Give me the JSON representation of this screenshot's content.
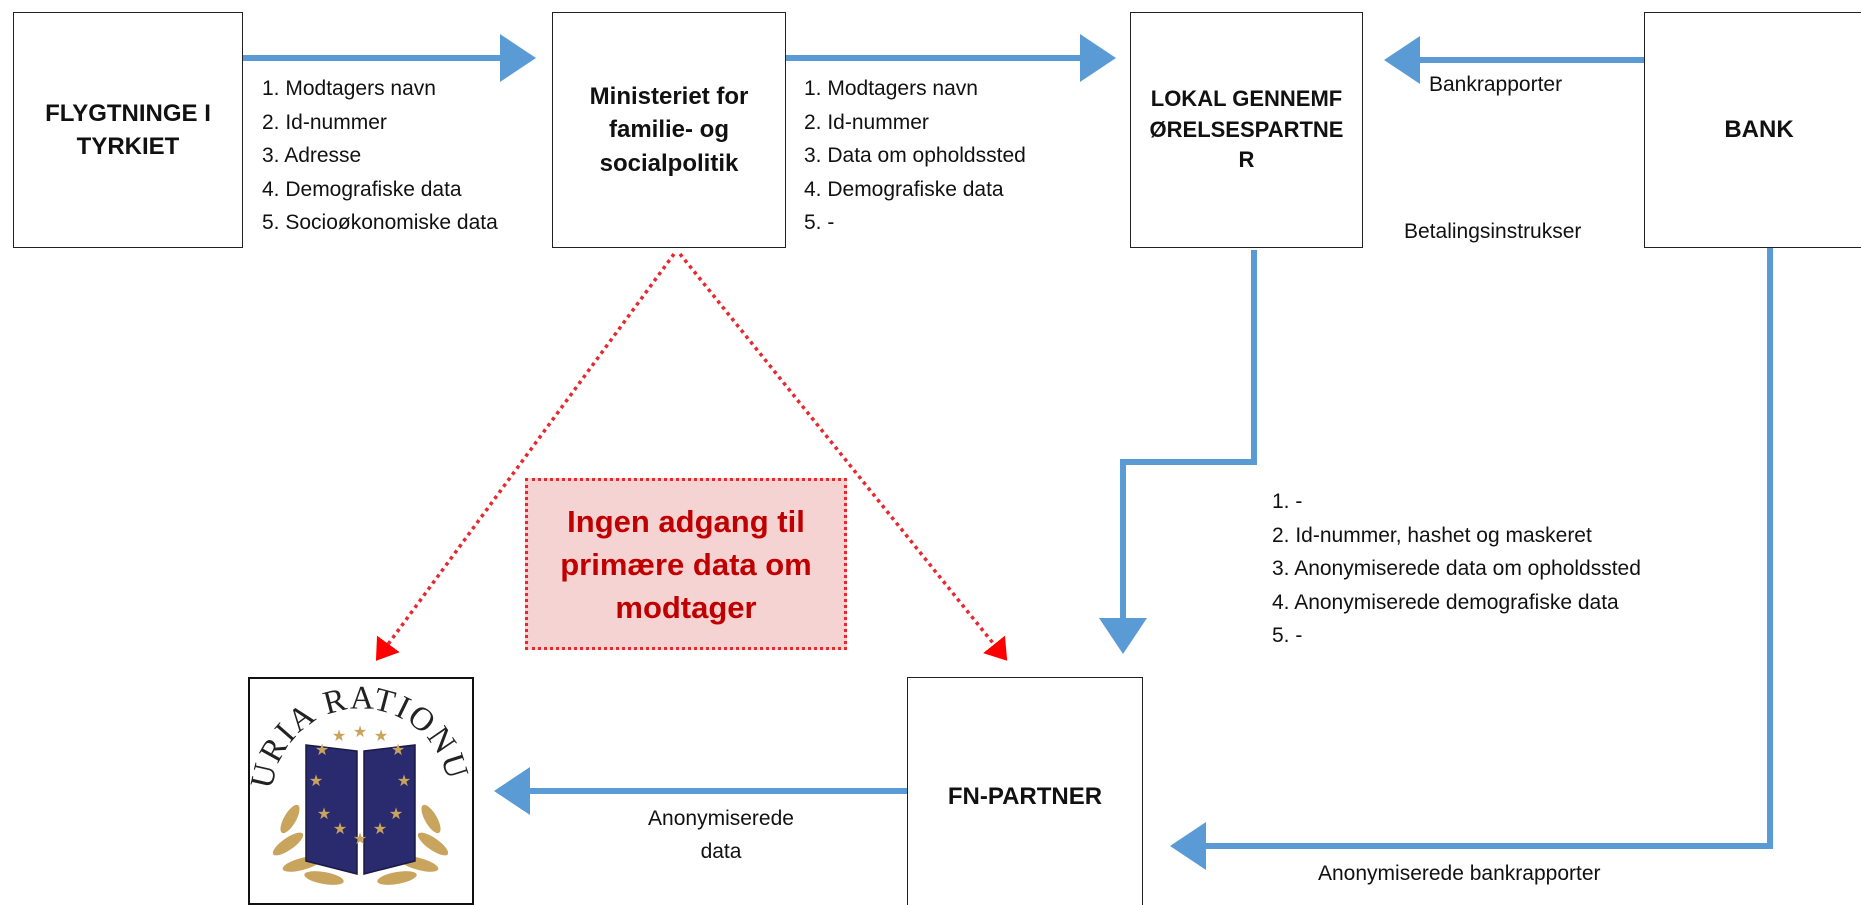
{
  "boxes": {
    "refugees": "FLYGTNINGE I TYRKIET",
    "ministry": "Ministeriet for familie- og socialpolitik",
    "local_partner": "LOKAL GENNEMFØRELSESPARTNER",
    "bank": "BANK",
    "un_partner": "FN-PARTNER"
  },
  "flow_refugees_to_ministry": [
    "1. Modtagers navn",
    "2. Id-nummer",
    "3. Adresse",
    "4. Demografiske data",
    "5. Socioøkonomiske data"
  ],
  "flow_ministry_to_local": [
    "1. Modtagers navn",
    "2. Id-nummer",
    "3. Data om opholdssted",
    "4. Demografiske data",
    "5. -"
  ],
  "flow_local_to_un": [
    "1. -",
    "2. Id-nummer,  hashet og maskeret",
    "3. Anonymiserede  data om opholdssted",
    "4. Anonymiserede  demografiske  data",
    "5. -"
  ],
  "labels": {
    "bank_reports": "Bankrapporter",
    "payment_instructions": "Betalingsinstrukser",
    "anonymised_data": "Anonymiserede data",
    "anonymised_bank_reports": "Anonymiserede  bankrapporter"
  },
  "warning": "Ingen adgang til primære data om modtager",
  "logo": {
    "text": "CURIA RATIONUM",
    "colors": {
      "book": "#2a2a6e",
      "stars": "#c9a45c",
      "laurel": "#c9a45c"
    }
  },
  "colors": {
    "arrow": "#5b9bd5",
    "dotted": "#e8282f",
    "warning_fill": "#f5d3d3",
    "warning_text": "#c00000"
  }
}
